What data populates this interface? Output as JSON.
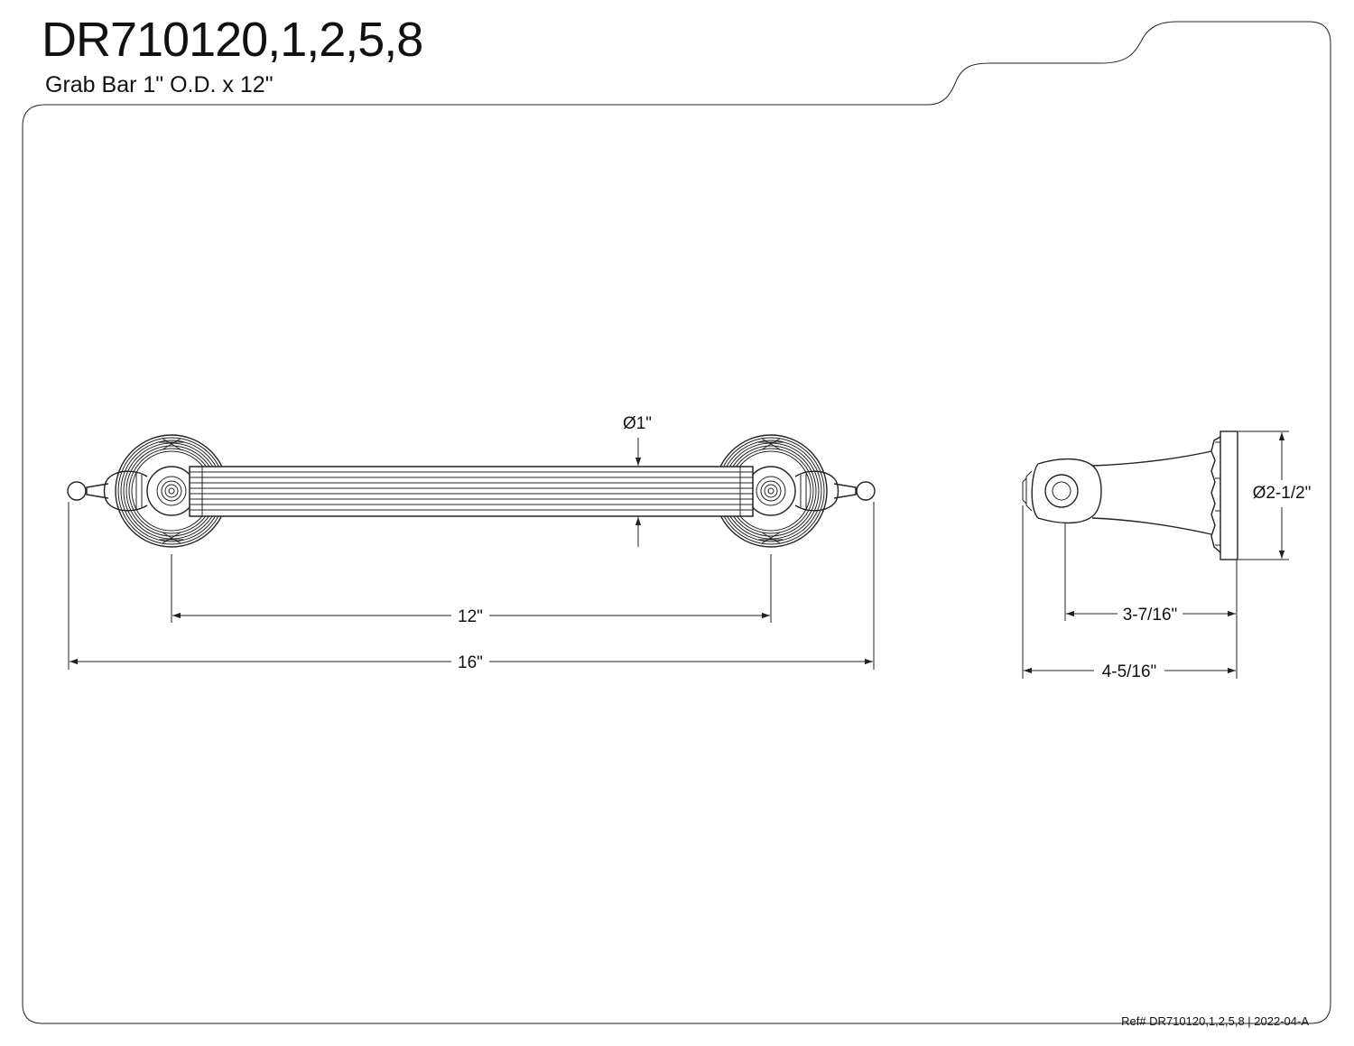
{
  "header": {
    "model_number": "DR710120,1,2,5,8",
    "description": "Grab Bar 1\" O.D. x 12\""
  },
  "drawing": {
    "front_view": {
      "dim_diameter": "Ø1\"",
      "dim_center_to_center": "12\"",
      "dim_overall_length": "16\""
    },
    "side_view": {
      "dim_flange_diameter": "Ø2-1/2\"",
      "dim_projection_to_center": "3-7/16\"",
      "dim_overall_projection": "4-5/16\""
    }
  },
  "footer": {
    "reference": "Ref# DR710120,1,2,5,8 | 2022-04-A"
  }
}
